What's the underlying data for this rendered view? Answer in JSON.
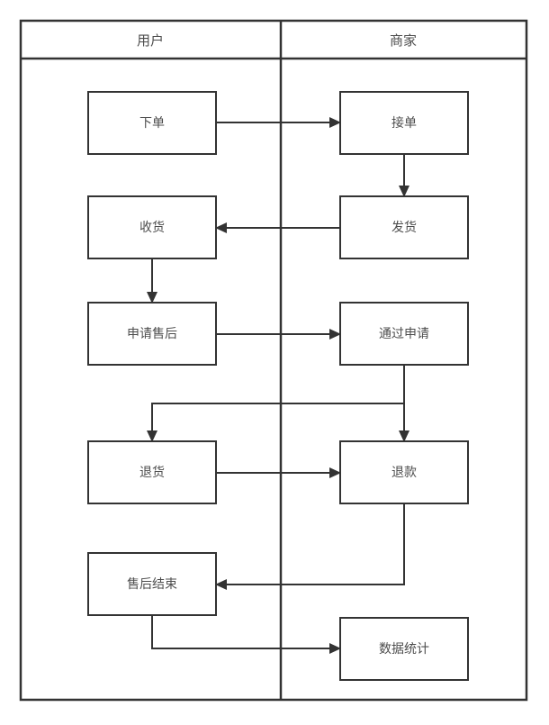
{
  "diagram": {
    "type": "flowchart-swimlane",
    "lanes": [
      {
        "label": "用户"
      },
      {
        "label": "商家"
      }
    ],
    "nodes": [
      {
        "id": "place-order",
        "label": "下单",
        "lane": "用户"
      },
      {
        "id": "accept-order",
        "label": "接单",
        "lane": "商家"
      },
      {
        "id": "receive-goods",
        "label": "收货",
        "lane": "用户"
      },
      {
        "id": "ship-goods",
        "label": "发货",
        "lane": "商家"
      },
      {
        "id": "apply-after-sales",
        "label": "申请售后",
        "lane": "用户"
      },
      {
        "id": "approve-request",
        "label": "通过申请",
        "lane": "商家"
      },
      {
        "id": "return-goods",
        "label": "退货",
        "lane": "用户"
      },
      {
        "id": "refund",
        "label": "退款",
        "lane": "商家"
      },
      {
        "id": "after-sales-end",
        "label": "售后结束",
        "lane": "用户"
      },
      {
        "id": "data-statistics",
        "label": "数据统计",
        "lane": "商家"
      }
    ],
    "edges": [
      {
        "from": "下单",
        "to": "接单"
      },
      {
        "from": "接单",
        "to": "发货"
      },
      {
        "from": "发货",
        "to": "收货"
      },
      {
        "from": "收货",
        "to": "申请售后"
      },
      {
        "from": "申请售后",
        "to": "通过申请"
      },
      {
        "from": "通过申请",
        "to": "退货"
      },
      {
        "from": "通过申请",
        "to": "退款"
      },
      {
        "from": "退货",
        "to": "退款"
      },
      {
        "from": "退款",
        "to": "售后结束"
      },
      {
        "from": "售后结束",
        "to": "数据统计"
      }
    ],
    "colors": {
      "stroke": "#333333",
      "text": "#4d4d4d",
      "background": "#ffffff"
    }
  }
}
